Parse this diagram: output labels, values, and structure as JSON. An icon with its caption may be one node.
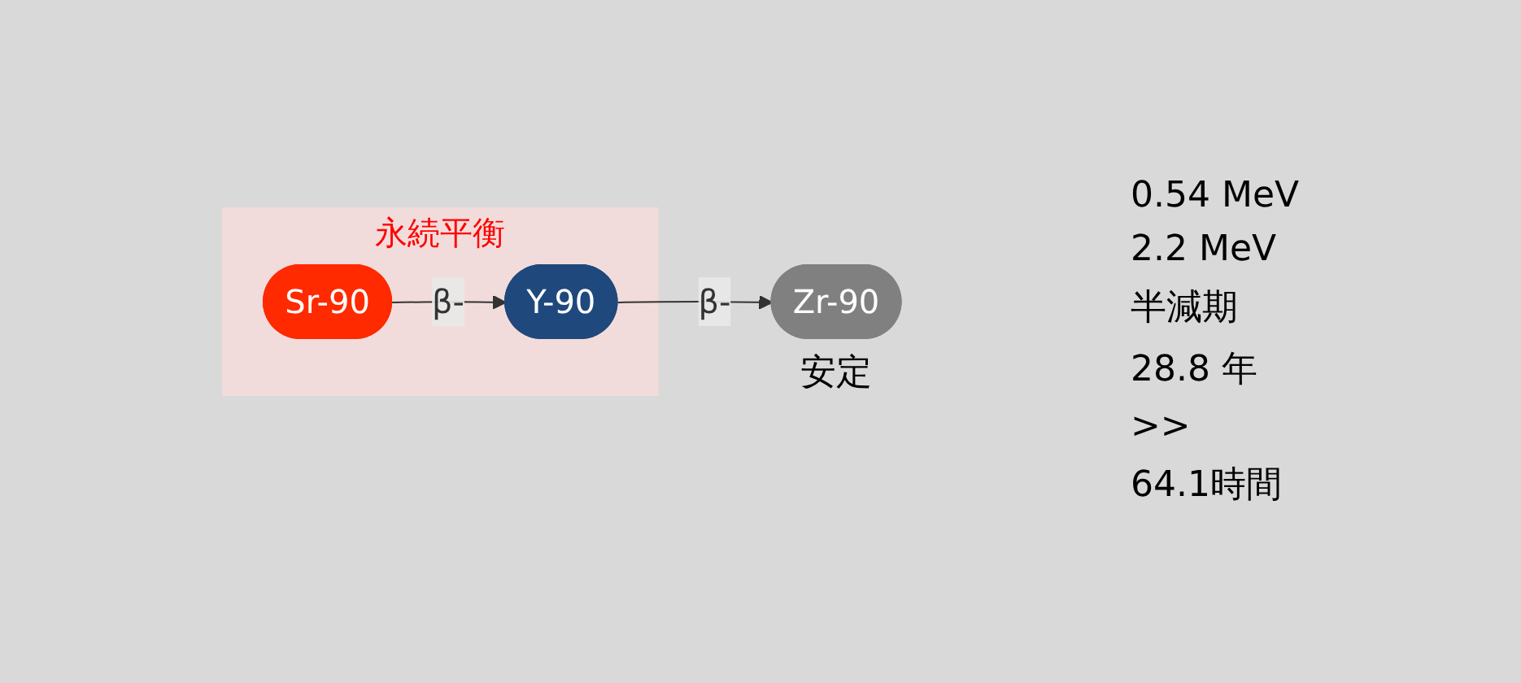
{
  "diagram": {
    "nodes": [
      {
        "text": [
          "永続平衡"
        ]
      },
      {
        "text": [
          "Sr-90"
        ],
        "in": 0
      },
      {
        "text": [
          "Y-90"
        ],
        "in": 0
      },
      {
        "text": [
          "Zr-90"
        ],
        "beside": [
          "安定"
        ]
      }
    ],
    "edges": [
      {
        "from": 1,
        "to": 2,
        "arrow": "to",
        "label": "β-"
      },
      {
        "from": 2,
        "to": 3,
        "arrow": "to",
        "label": "β-"
      }
    ],
    "labels": [
      "0.54 MeV",
      "2.2 MeV",
      "半減期",
      "28.8 年",
      ">>",
      "64.1時間"
    ]
  }
}
